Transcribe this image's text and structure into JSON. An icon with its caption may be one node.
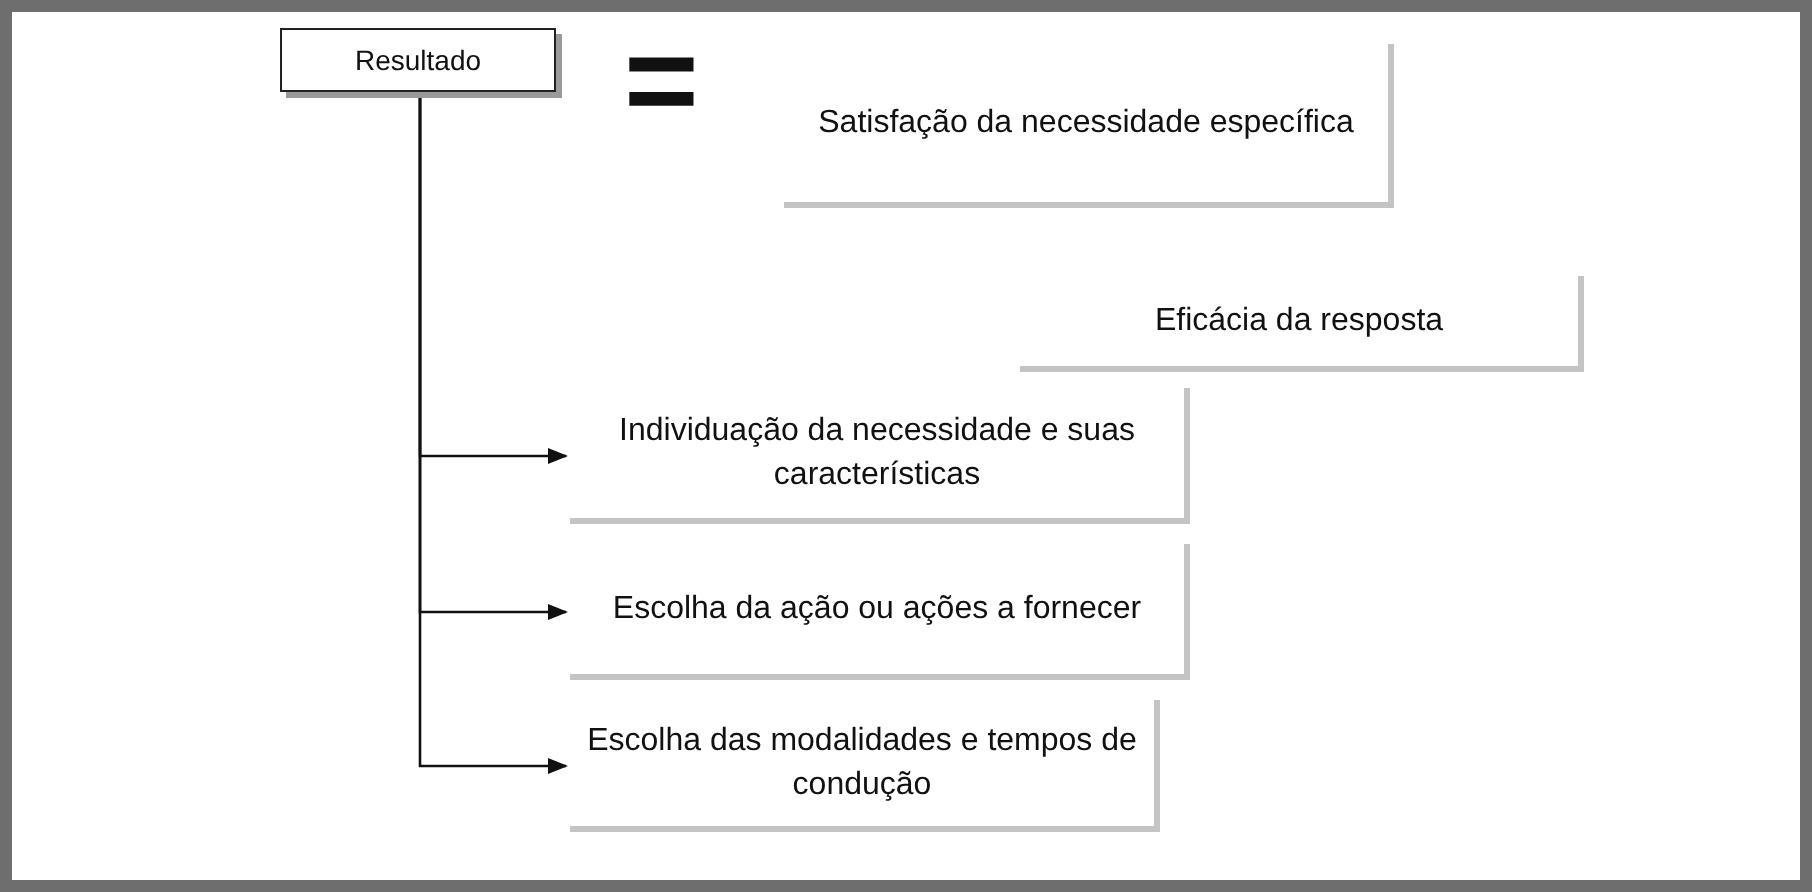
{
  "diagram": {
    "nodes": [
      {
        "text": [
          "Resultado"
        ]
      },
      {
        "text": [
          "Satisfação da necessidade específica"
        ]
      },
      {
        "text": [
          "Eficácia da resposta"
        ]
      },
      {
        "text": [
          "Individuação da necessidade e suas características"
        ]
      },
      {
        "text": [
          "Escolha da ação ou ações a fornecer"
        ]
      },
      {
        "text": [
          "Escolha das modalidades e tempos de condução"
        ]
      }
    ],
    "edges": [
      {
        "from": 0,
        "to": 3,
        "arrow": "to"
      },
      {
        "from": 0,
        "to": 4,
        "arrow": "to"
      },
      {
        "from": 0,
        "to": 5,
        "arrow": "to"
      }
    ],
    "labels": [
      "="
    ]
  }
}
